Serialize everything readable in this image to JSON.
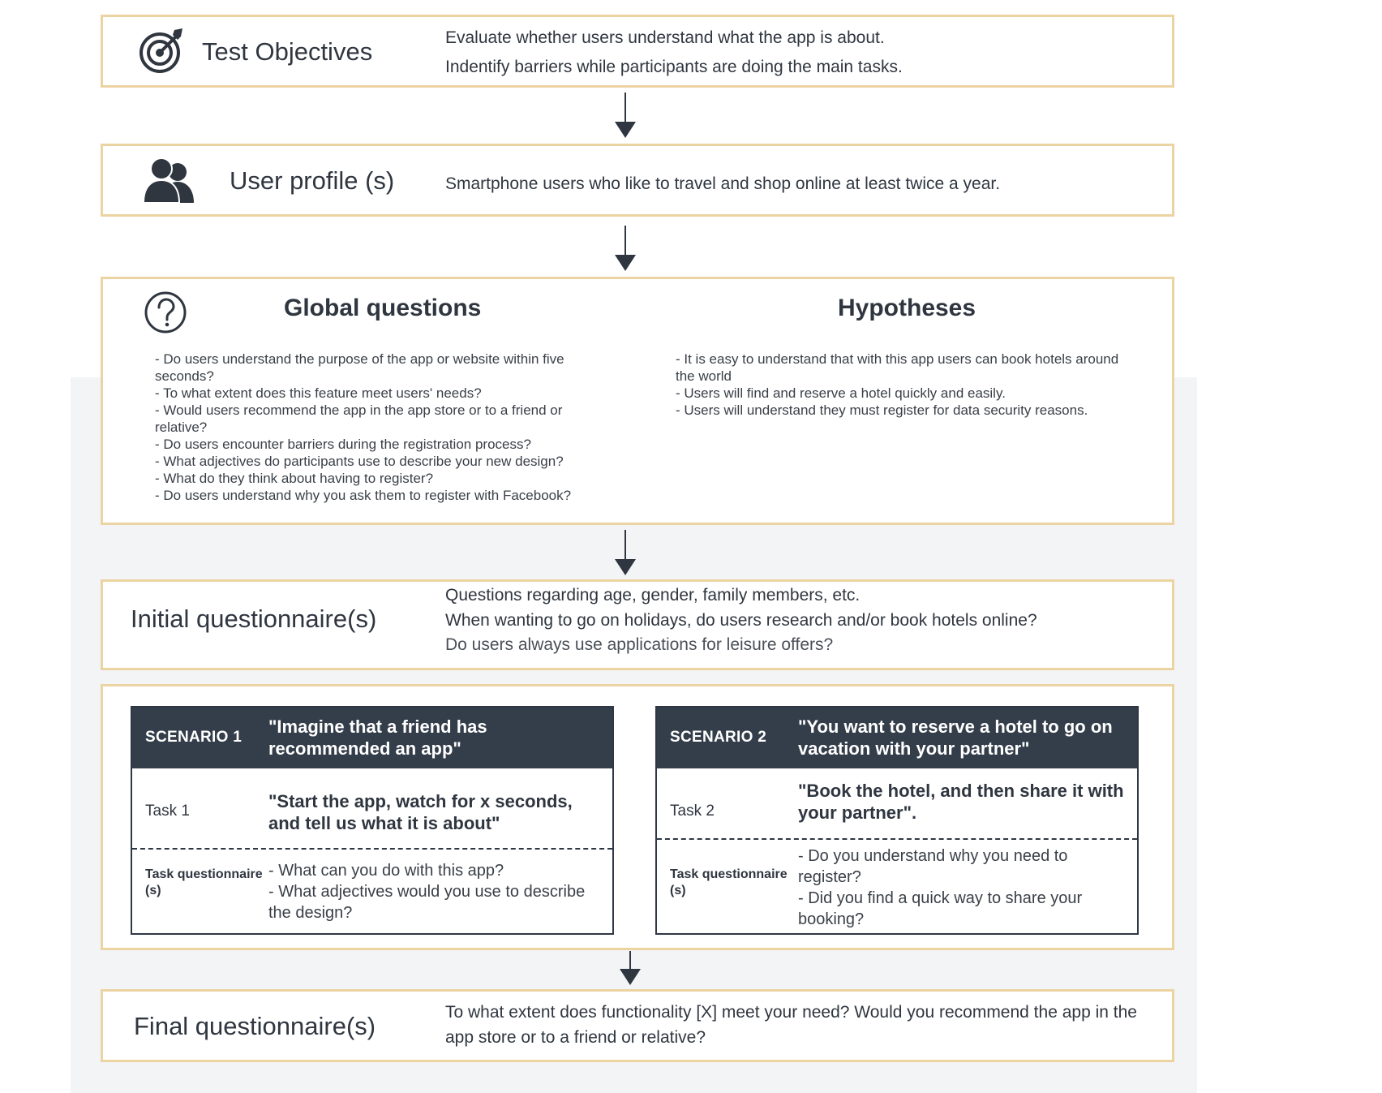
{
  "test_objectives": {
    "title": "Test Objectives",
    "line1": "Evaluate whether users understand what the app is about.",
    "line2": "Indentify barriers while participants are doing the main tasks."
  },
  "user_profile": {
    "title": "User profile (s)",
    "text": "Smartphone users who like to travel and shop online at least twice a year."
  },
  "global_questions": {
    "title": "Global questions",
    "items": [
      "- Do users understand the purpose of the app or website within five seconds?",
      "- To what extent does this feature meet users' needs?",
      "- Would users recommend the app in the app store or to a friend or relative?",
      "- Do users encounter barriers during the registration process?",
      "- What adjectives do participants use to describe your new design?",
      "- What do they think about having to register?",
      "- Do users understand why you ask them to register with Facebook?"
    ]
  },
  "hypotheses": {
    "title": "Hypotheses",
    "items": [
      "- It is easy to understand that with this app users can book hotels around the world",
      "- Users will find and reserve a hotel quickly and easily.",
      "- Users will understand they must register for data security reasons."
    ]
  },
  "initial_questionnaire": {
    "title": "Initial questionnaire(s)",
    "line1": "Questions regarding age, gender, family members, etc.",
    "line2": "When wanting to go on holidays, do users research and/or book hotels online?",
    "line3": "Do users always use applications for leisure offers?"
  },
  "scenario1": {
    "label": "SCENARIO 1",
    "quote": "\"Imagine that a friend has recommended an app\"",
    "task_label": "Task 1",
    "task_quote": "\"Start the app, watch for x seconds, and tell us what it is about\"",
    "tq_label": "Task questionnaire (s)",
    "tq_items": [
      "- What can you do with this app?",
      "- What adjectives would you use to describe the design?"
    ]
  },
  "scenario2": {
    "label": "SCENARIO 2",
    "quote": "\"You want to reserve a hotel to go on vacation with your partner\"",
    "task_label": "Task 2",
    "task_quote": "\"Book the hotel, and then share it with your partner\".",
    "tq_label": "Task questionnaire (s)",
    "tq_items": [
      "- Do you understand why you need to register?",
      "- Did you find a quick way to share your booking?"
    ]
  },
  "final_questionnaire": {
    "title": "Final questionnaire(s)",
    "text": "To what extent does functionality [X] meet your need? Would you recommend the app in the app store or to a friend or relative?"
  },
  "icons": {
    "objectives": "target-icon",
    "profile": "users-icon",
    "questions": "question-circle-icon"
  },
  "colors": {
    "box_border": "#ecd3a2",
    "scenario_header": "#343e4b",
    "text": "#2f3640",
    "background_panel": "#f3f4f6"
  }
}
